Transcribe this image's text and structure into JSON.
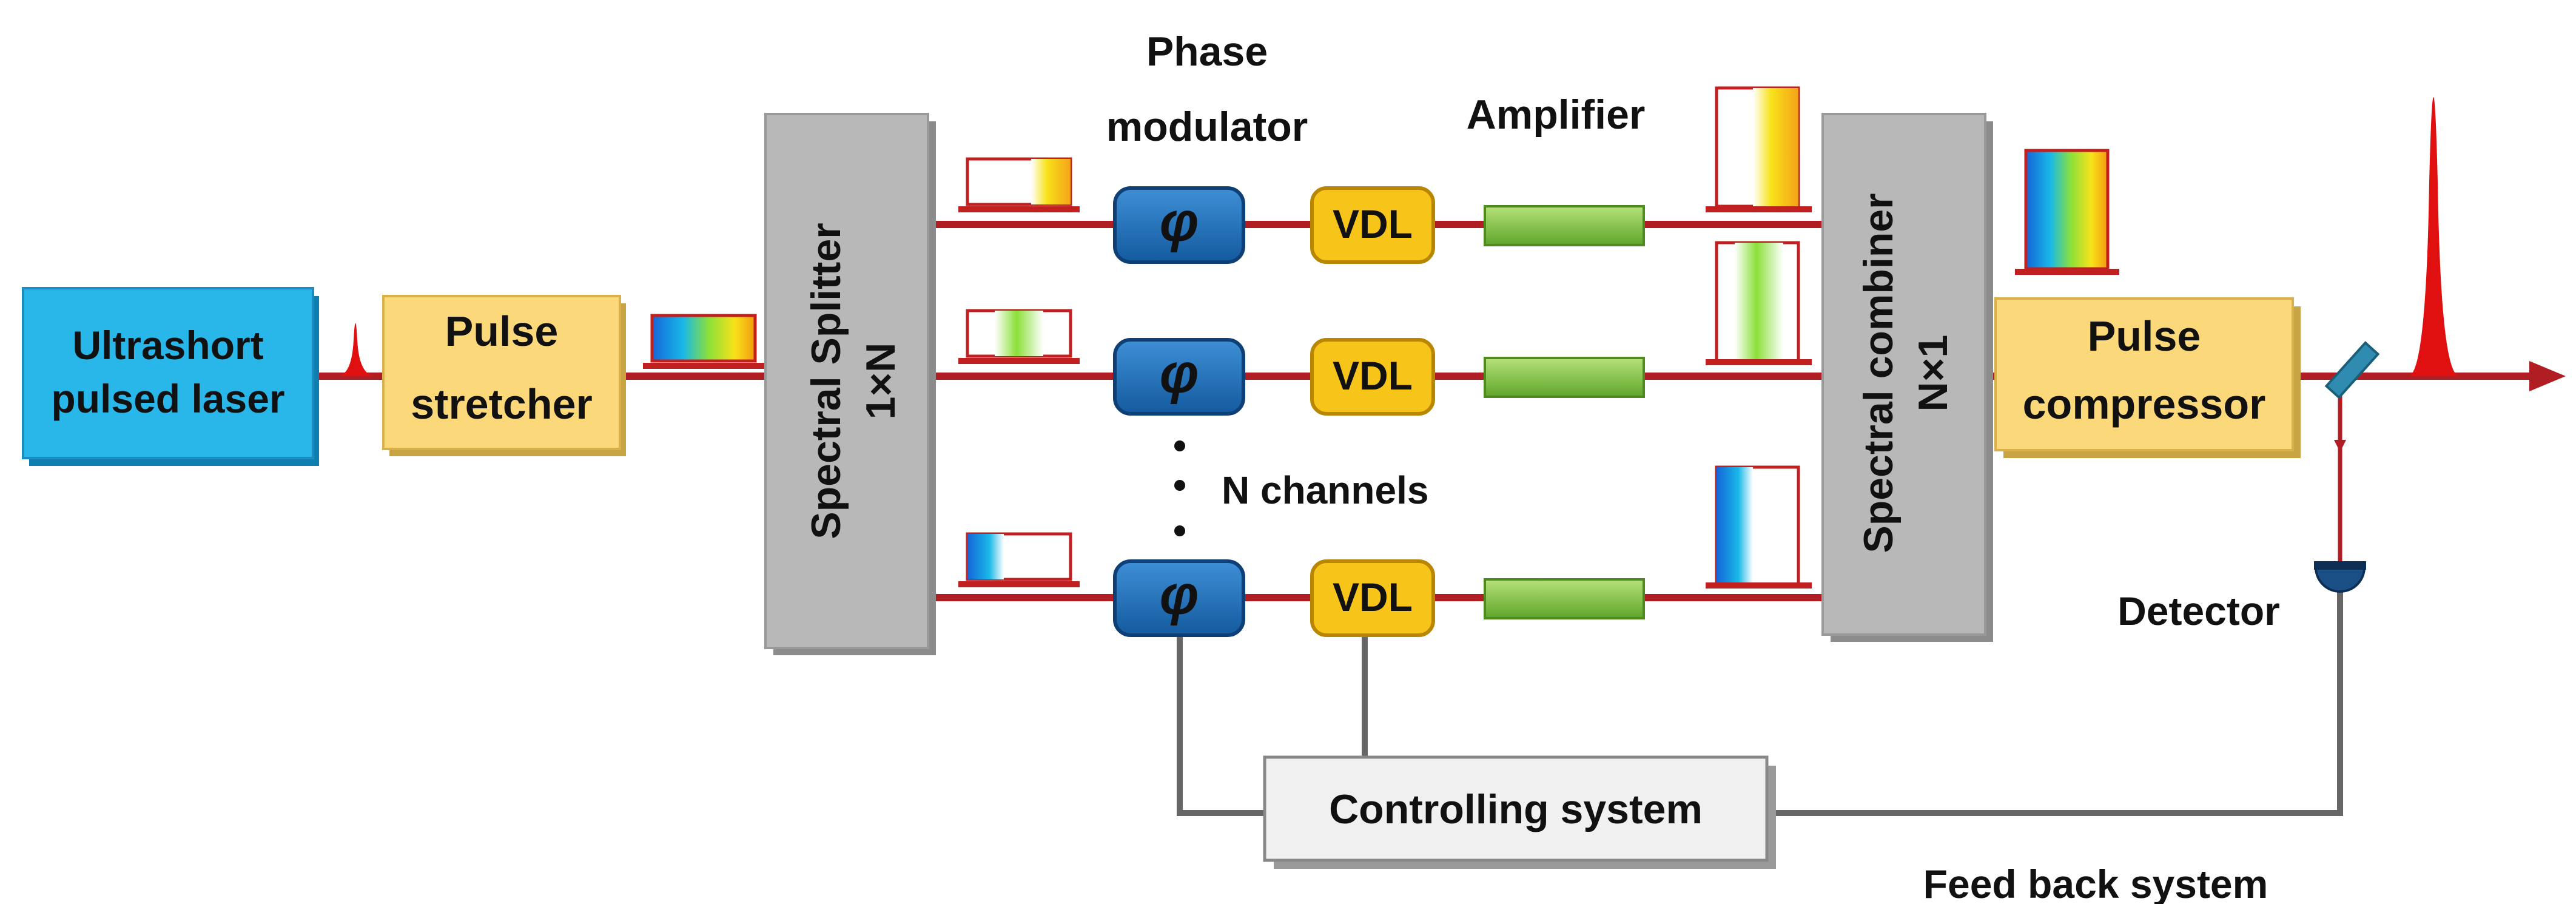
{
  "blocks": {
    "laser": {
      "line1": "Ultrashort",
      "line2": "pulsed laser",
      "fill": "#29B6E8"
    },
    "stretcher": {
      "line1": "Pulse",
      "line2": "stretcher",
      "fill": "#FBD97A"
    },
    "splitter": {
      "line1": "Spectral Splitter",
      "line2": "1×N",
      "fill": "#B8B8B8"
    },
    "combiner": {
      "line1": "Spectral combiner",
      "line2": "N×1",
      "fill": "#B8B8B8"
    },
    "compressor": {
      "line1": "Pulse",
      "line2": "compressor",
      "fill": "#FBD97A"
    },
    "controller": {
      "label": "Controlling system",
      "fill": "#F0F0F0"
    }
  },
  "labels": {
    "phase_modulator_line1": "Phase",
    "phase_modulator_line2": "modulator",
    "amplifier": "Amplifier",
    "n_channels": "N channels",
    "detector": "Detector",
    "feedback": "Feed back system"
  },
  "components": {
    "phase_symbol": "φ",
    "vdl": "VDL",
    "channel_count": 3
  },
  "colors": {
    "beam": "#B01E23",
    "phase_fill": "#1F6FB8",
    "vdl_fill": "#F7C41A",
    "amp_fill": "#7CC242",
    "pulse": "#E01010",
    "wire": "#666666"
  }
}
